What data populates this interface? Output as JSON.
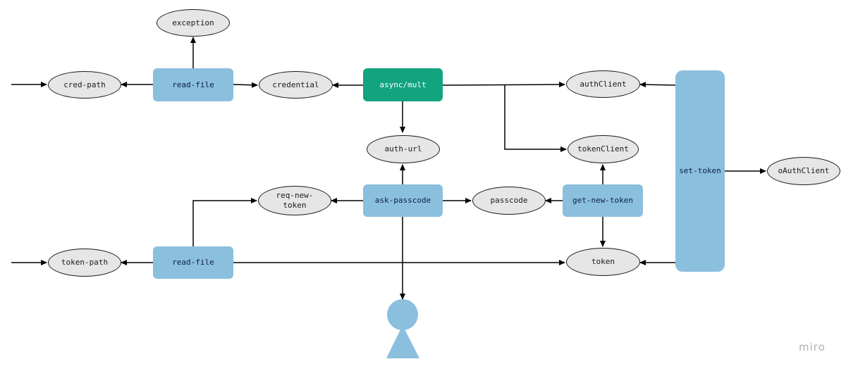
{
  "nodes": {
    "exception": "exception",
    "cred_path": "cred-path",
    "read_file_top": "read-file",
    "credential": "credential",
    "async_mult": "async/mult",
    "auth_client": "authClient",
    "auth_url": "auth-url",
    "token_client": "tokenClient",
    "set_token": "set-token",
    "oauth_client": "oAuthClient",
    "req_new_token": "req-new-\ntoken",
    "ask_passcode": "ask-passcode",
    "passcode": "passcode",
    "get_new_token": "get-new-token",
    "token_path": "token-path",
    "read_file_bottom": "read-file",
    "token": "token"
  },
  "actor": {
    "icon": "user-icon"
  },
  "watermark": "miro",
  "colors": {
    "process": "#8bbfde",
    "process_accent": "#12a37f",
    "data_node": "#e6e6e6",
    "edge": "#000000"
  }
}
